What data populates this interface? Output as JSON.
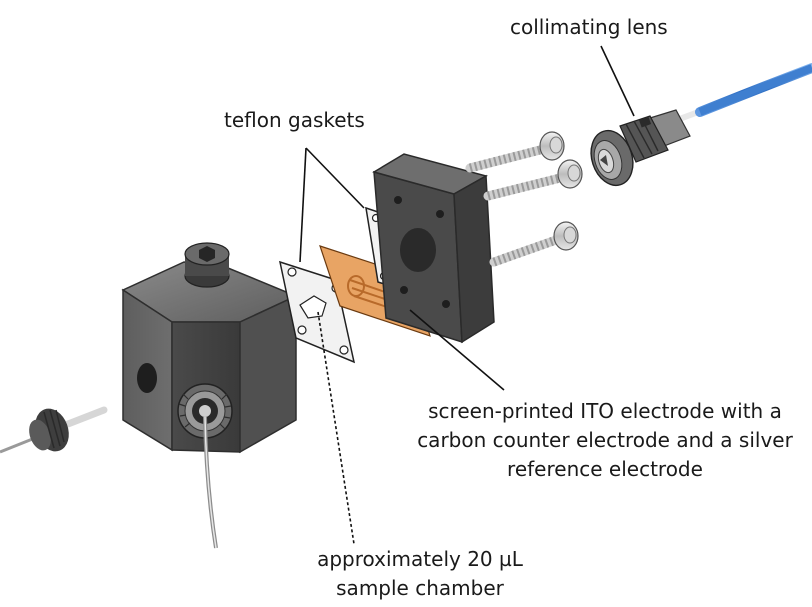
{
  "labels": {
    "collimating_lens": "collimating lens",
    "teflon_gaskets": "teflon gaskets",
    "electrode_line1": "screen-printed ITO electrode with a",
    "electrode_line2": "carbon counter electrode and a silver",
    "electrode_line3": "reference electrode",
    "chamber_line1": "approximately 20 µL",
    "chamber_line2": "sample chamber"
  },
  "colors": {
    "metal_dark": "#3c3c3c",
    "metal_mid": "#5a5a5a",
    "metal_light": "#7a7a7a",
    "gasket": "#f2f2f2",
    "electrode": "#e8a464",
    "electrode_trace": "#b86a2a",
    "fiber": "#3f7fd0",
    "leader": "#111111"
  }
}
